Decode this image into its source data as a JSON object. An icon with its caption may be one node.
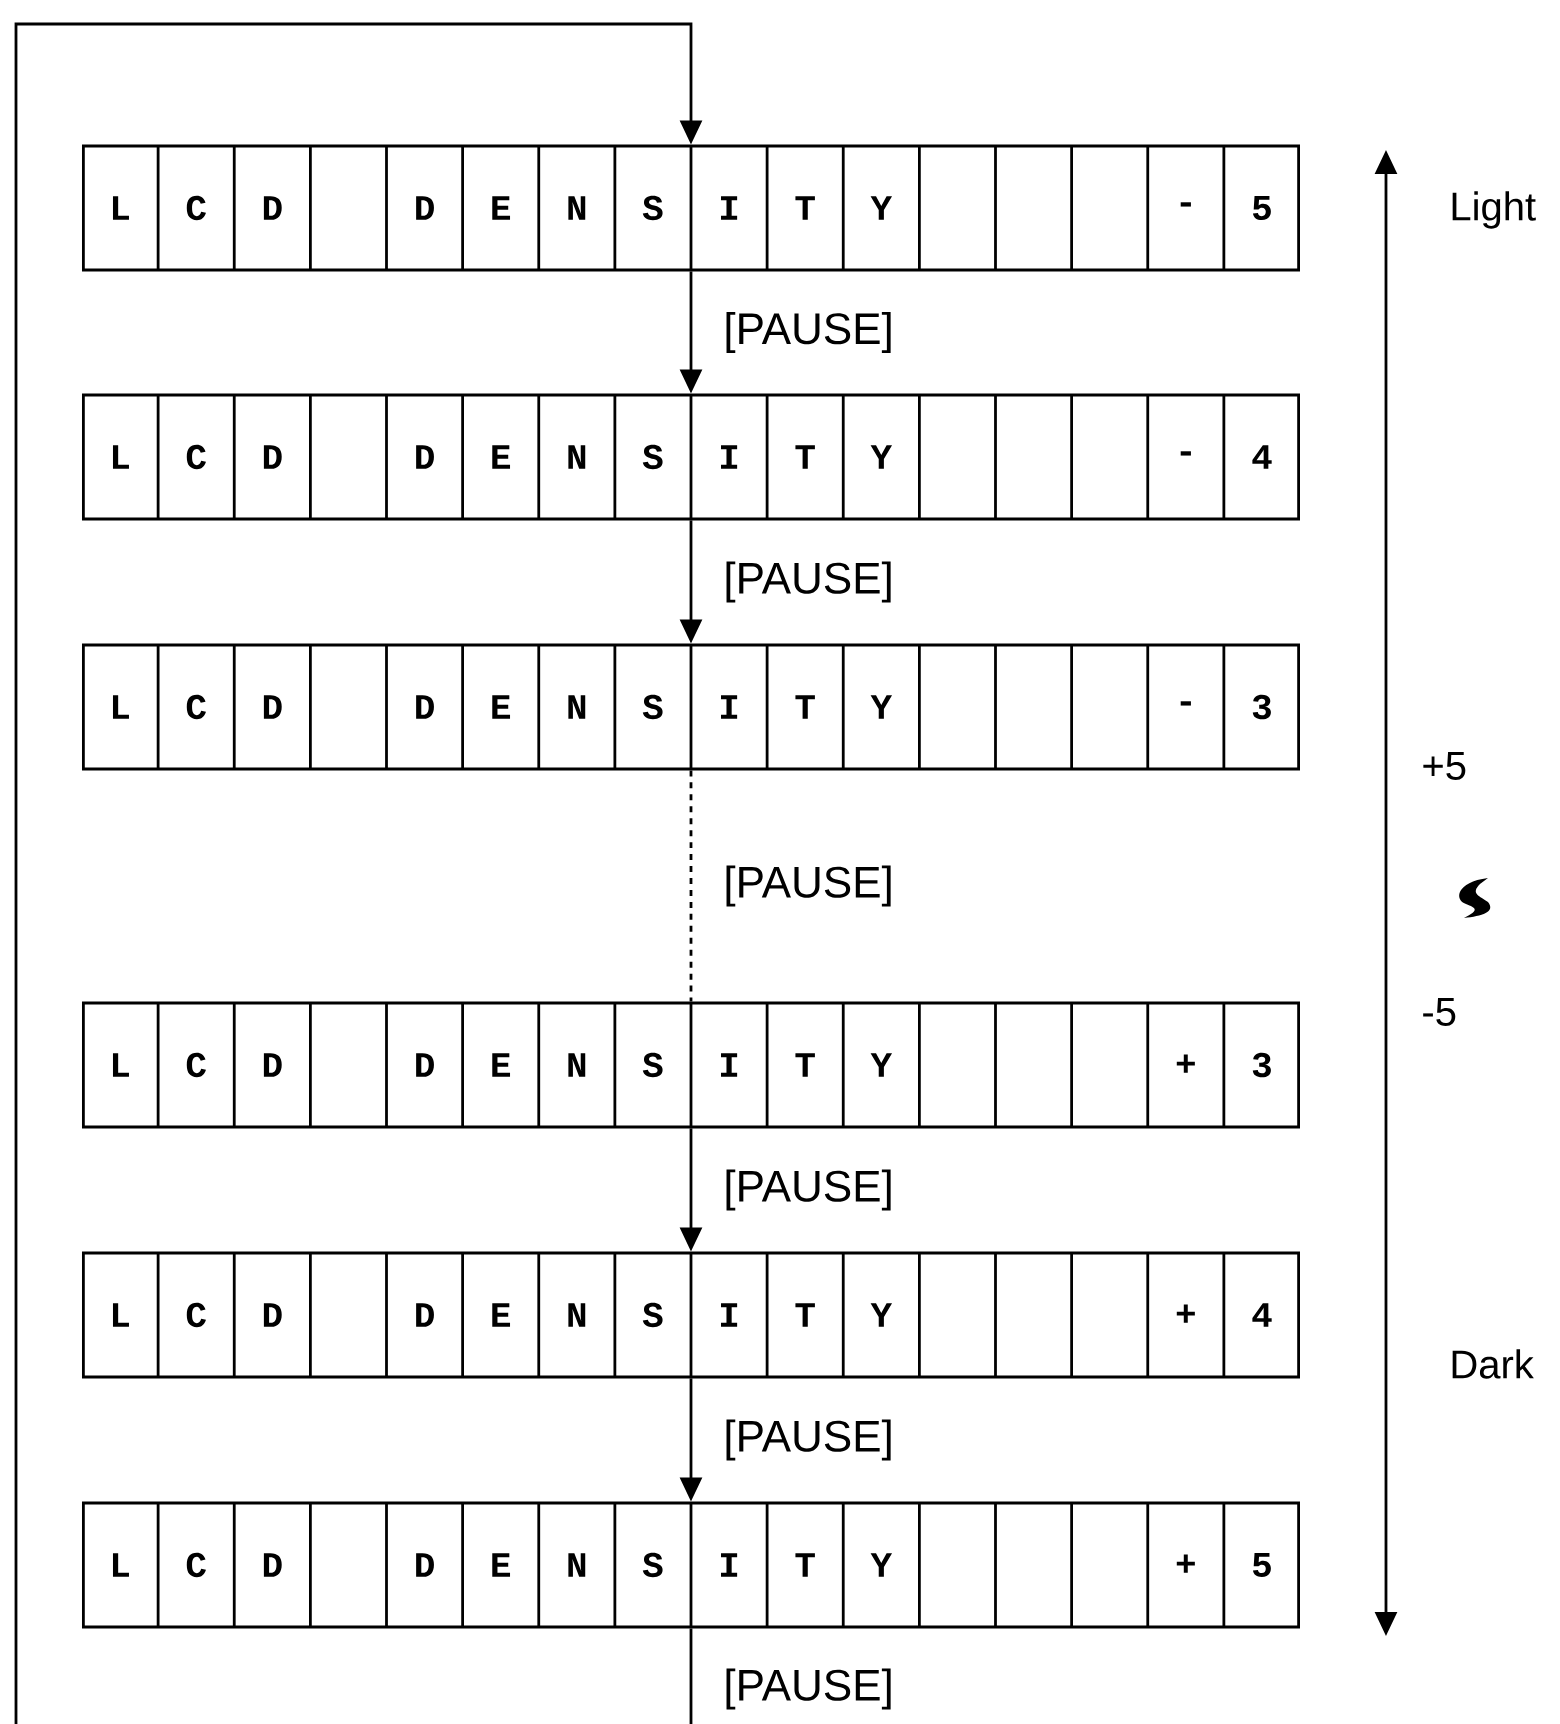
{
  "diagram": {
    "nodes": [
      {
        "text": [
          "L",
          "C",
          "D",
          "D",
          "E",
          "N",
          "S",
          "I",
          "T",
          "Y",
          "-",
          "5"
        ]
      },
      {
        "text": [
          "L",
          "C",
          "D",
          "D",
          "E",
          "N",
          "S",
          "I",
          "T",
          "Y",
          "-",
          "4"
        ]
      },
      {
        "text": [
          "L",
          "C",
          "D",
          "D",
          "E",
          "N",
          "S",
          "I",
          "T",
          "Y",
          "-",
          "3"
        ]
      },
      {
        "text": [
          "L",
          "C",
          "D",
          "D",
          "E",
          "N",
          "S",
          "I",
          "T",
          "Y",
          "+",
          "3"
        ]
      },
      {
        "text": [
          "L",
          "C",
          "D",
          "D",
          "E",
          "N",
          "S",
          "I",
          "T",
          "Y",
          "+",
          "4"
        ]
      },
      {
        "text": [
          "L",
          "C",
          "D",
          "D",
          "E",
          "N",
          "S",
          "I",
          "T",
          "Y",
          "+",
          "5"
        ]
      }
    ],
    "edges": [
      {
        "from": 0,
        "to": 1,
        "arrow": "to",
        "label": "[PAUSE]"
      },
      {
        "from": 1,
        "to": 2,
        "arrow": "to",
        "label": "[PAUSE]"
      },
      {
        "from": 2,
        "to": 3,
        "arrow": "none",
        "label": "[PAUSE]",
        "style": "dashed"
      },
      {
        "from": 3,
        "to": 4,
        "arrow": "to",
        "label": "[PAUSE]"
      },
      {
        "from": 4,
        "to": 5,
        "arrow": "to",
        "label": "[PAUSE]"
      },
      {
        "from": 5,
        "to": 0,
        "arrow": "to",
        "label": "[PAUSE]"
      }
    ],
    "labels": [
      "Light",
      "+5",
      "-5",
      "Dark"
    ]
  }
}
